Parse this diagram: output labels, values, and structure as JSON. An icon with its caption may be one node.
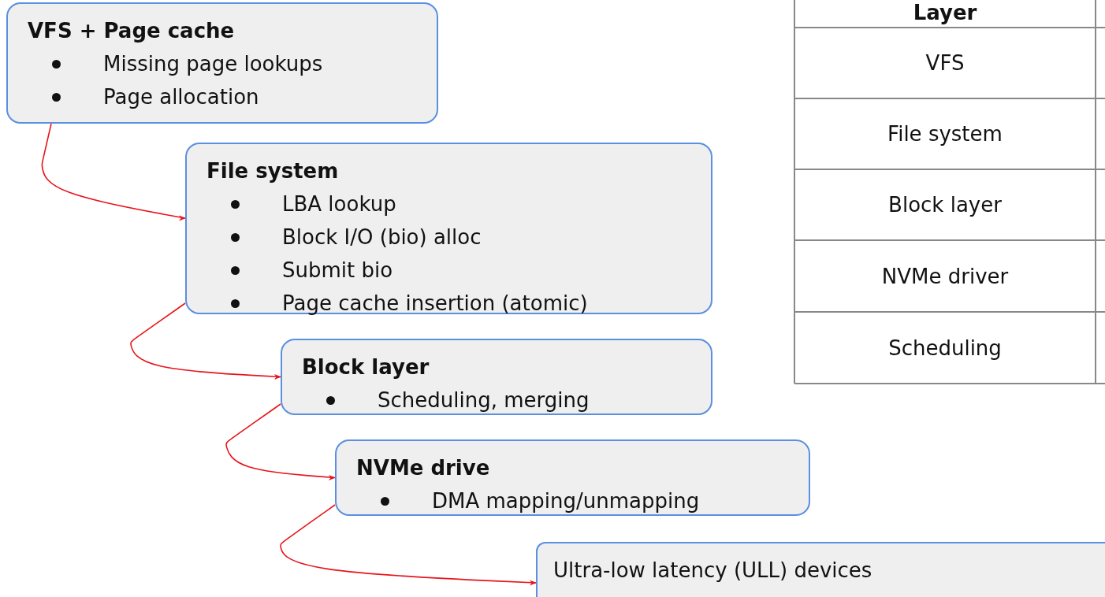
{
  "diagram": {
    "nodes": [
      {
        "text": [
          "VFS + Page cache",
          "Missing page lookups",
          "Page allocation"
        ]
      },
      {
        "text": [
          "File system",
          "LBA lookup",
          "Block I/O (bio) alloc",
          "Submit bio",
          "Page cache insertion (atomic)"
        ]
      },
      {
        "text": [
          "Block layer",
          "Scheduling, merging"
        ]
      },
      {
        "text": [
          "NVMe drive",
          "DMA mapping/unmapping"
        ]
      },
      {
        "text": [
          "Ultra-low latency (ULL) devices"
        ]
      }
    ],
    "edges": [
      {
        "from": 0,
        "to": 1,
        "arrow": "to"
      },
      {
        "from": 1,
        "to": 2,
        "arrow": "to"
      },
      {
        "from": 2,
        "to": 3,
        "arrow": "to"
      },
      {
        "from": 3,
        "to": 4,
        "arrow": "to"
      }
    ],
    "labels": [
      "Layer",
      "VFS",
      "File system",
      "Block layer",
      "NVMe driver",
      "Scheduling"
    ]
  }
}
